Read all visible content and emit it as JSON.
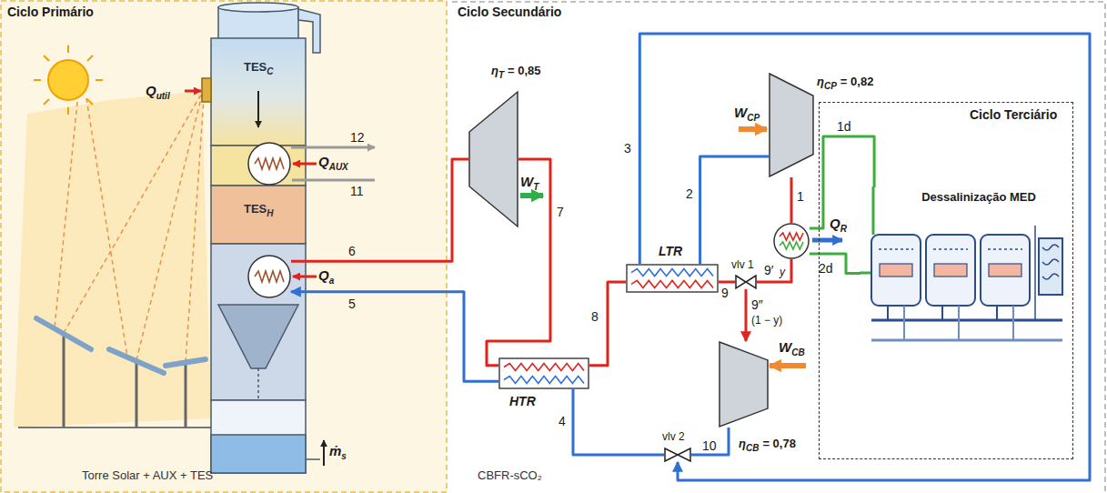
{
  "diagram": {
    "nodes": [
      {
        "text": [
          "Ciclo Primário",
          "Torre Solar + AUX + TES"
        ]
      },
      {
        "text": [
          "Ciclo Secundário",
          "CBFR-sCO₂"
        ]
      },
      {
        "text": [
          "Ciclo Terciário"
        ],
        "in": 1
      },
      {
        "text": [
          "TES",
          "C"
        ],
        "in": 0
      },
      {
        "text": [
          "TES",
          "H"
        ],
        "in": 0
      },
      {
        "text": [
          "Q",
          "AUX"
        ],
        "in": 0
      },
      {
        "text": [
          "Q",
          "a"
        ],
        "in": 0
      },
      {
        "text": [
          "W",
          "T"
        ],
        "in": 1
      },
      {
        "text": [
          "HTR"
        ],
        "in": 1
      },
      {
        "text": [
          "LTR"
        ],
        "in": 1
      },
      {
        "text": [
          "W",
          "CP"
        ],
        "in": 1
      },
      {
        "text": [
          "vlv 1"
        ],
        "in": 1
      },
      {
        "text": [
          "Q",
          "R"
        ],
        "in": 1
      },
      {
        "text": [
          "W",
          "CB"
        ],
        "in": 1
      },
      {
        "text": [
          "vlv 2"
        ],
        "in": 1
      },
      {
        "text": [
          "Dessalinização MED"
        ],
        "in": 2
      }
    ],
    "edges": [
      {
        "from": 6,
        "to": 7,
        "label": "6",
        "arrow": "none"
      },
      {
        "from": 7,
        "to": 8,
        "label": "7",
        "arrow": "none"
      },
      {
        "from": 8,
        "to": 9,
        "label": "8",
        "arrow": "none"
      },
      {
        "from": 9,
        "to": 11,
        "label": "9",
        "arrow": "none"
      },
      {
        "from": 11,
        "to": 12,
        "label": "9′",
        "arrow": "none"
      },
      {
        "from": 11,
        "to": 13,
        "label": "9″",
        "arrow": "to"
      },
      {
        "from": 12,
        "to": 10,
        "label": "1",
        "arrow": "none"
      },
      {
        "from": 10,
        "to": 9,
        "label": "2",
        "arrow": "none"
      },
      {
        "from": 9,
        "to": 14,
        "label": "3",
        "arrow": "to"
      },
      {
        "from": 13,
        "to": 14,
        "label": "10",
        "arrow": "none"
      },
      {
        "from": 14,
        "to": 8,
        "label": "4",
        "arrow": "none"
      },
      {
        "from": 8,
        "to": 6,
        "label": "5",
        "arrow": "to"
      },
      {
        "from": 12,
        "to": 15,
        "label": "1d",
        "arrow": "none"
      },
      {
        "from": 12,
        "to": 15,
        "label": "2d",
        "arrow": "none"
      }
    ],
    "labels": [
      "Q",
      "util",
      "12",
      "11",
      "ṁ",
      "s",
      "η",
      "T",
      "= 0,85",
      "y",
      "(1 − y)",
      "η",
      "CP",
      "= 0,82",
      "η",
      "CB",
      "= 0,78"
    ]
  }
}
